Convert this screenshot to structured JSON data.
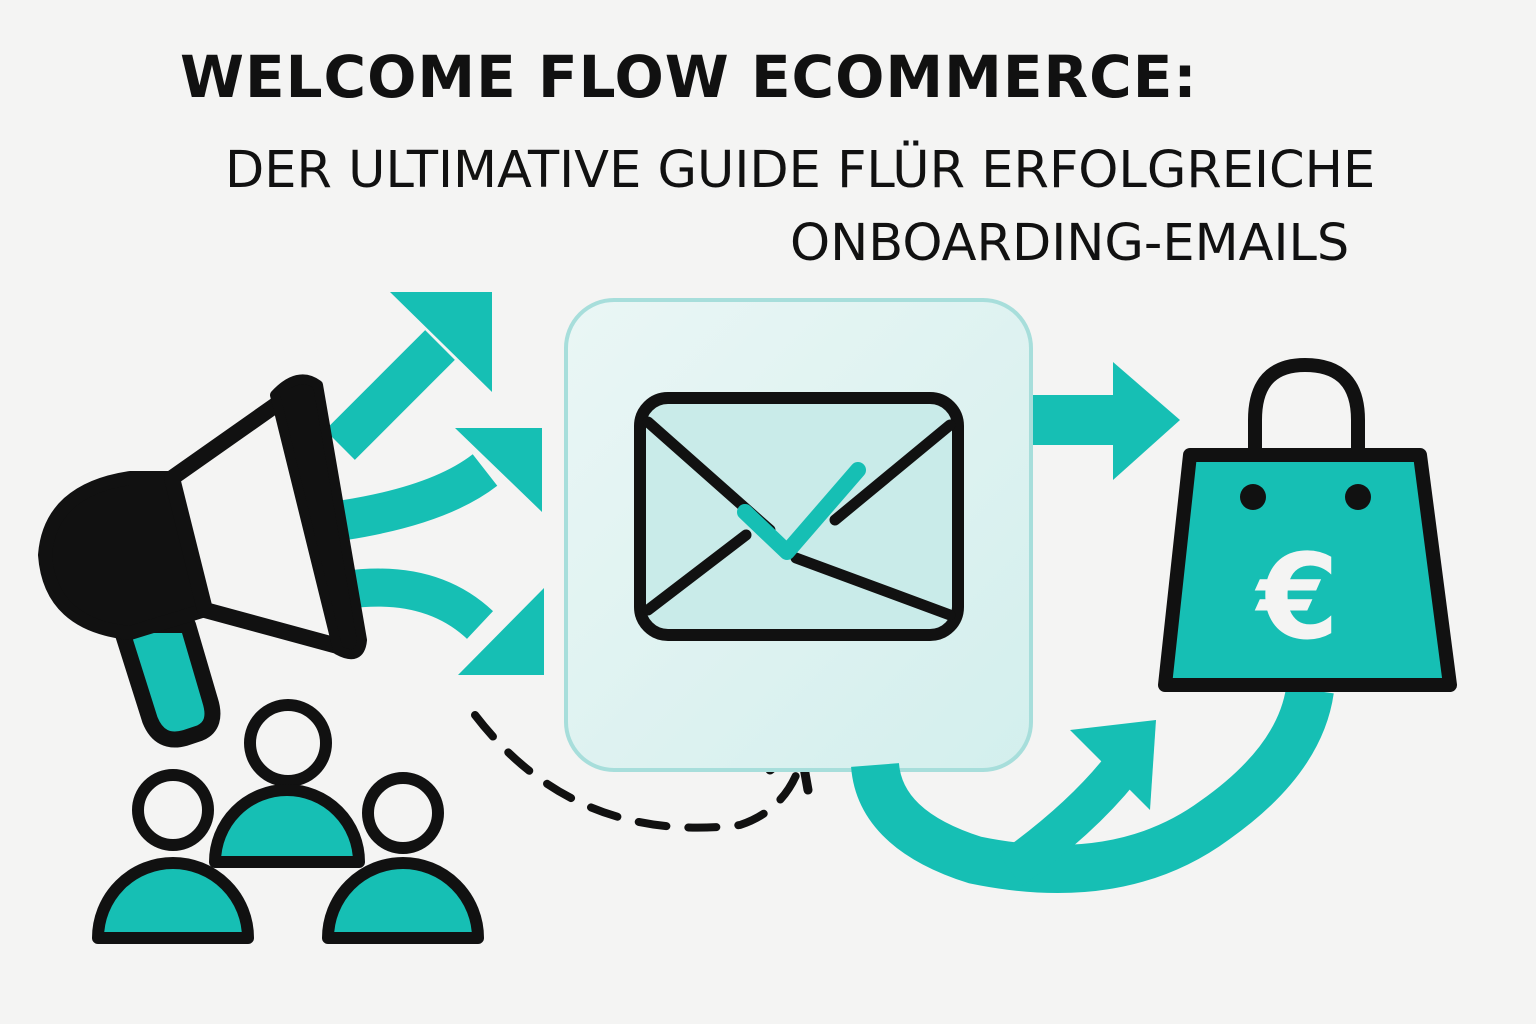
{
  "header": {
    "title": "WELCOME FLOW ECOMMERCE:",
    "subtitle_line1": "DER ULTIMATIVE GUIDE FLÜR ERFOLGREICHE",
    "subtitle_line2": "ONBOARDING-EMAILS"
  },
  "diagram": {
    "icons": [
      "megaphone-icon",
      "audience-group-icon",
      "email-envelope-icon",
      "checkmark-icon",
      "shopping-bag-icon",
      "euro-icon"
    ],
    "currency_symbol": "€"
  },
  "colors": {
    "accent": "#16bfb4",
    "outline": "#111111",
    "background": "#f4f4f3",
    "envelope_fill": "#c9ebe9",
    "email_card": "#e1f3f2"
  }
}
